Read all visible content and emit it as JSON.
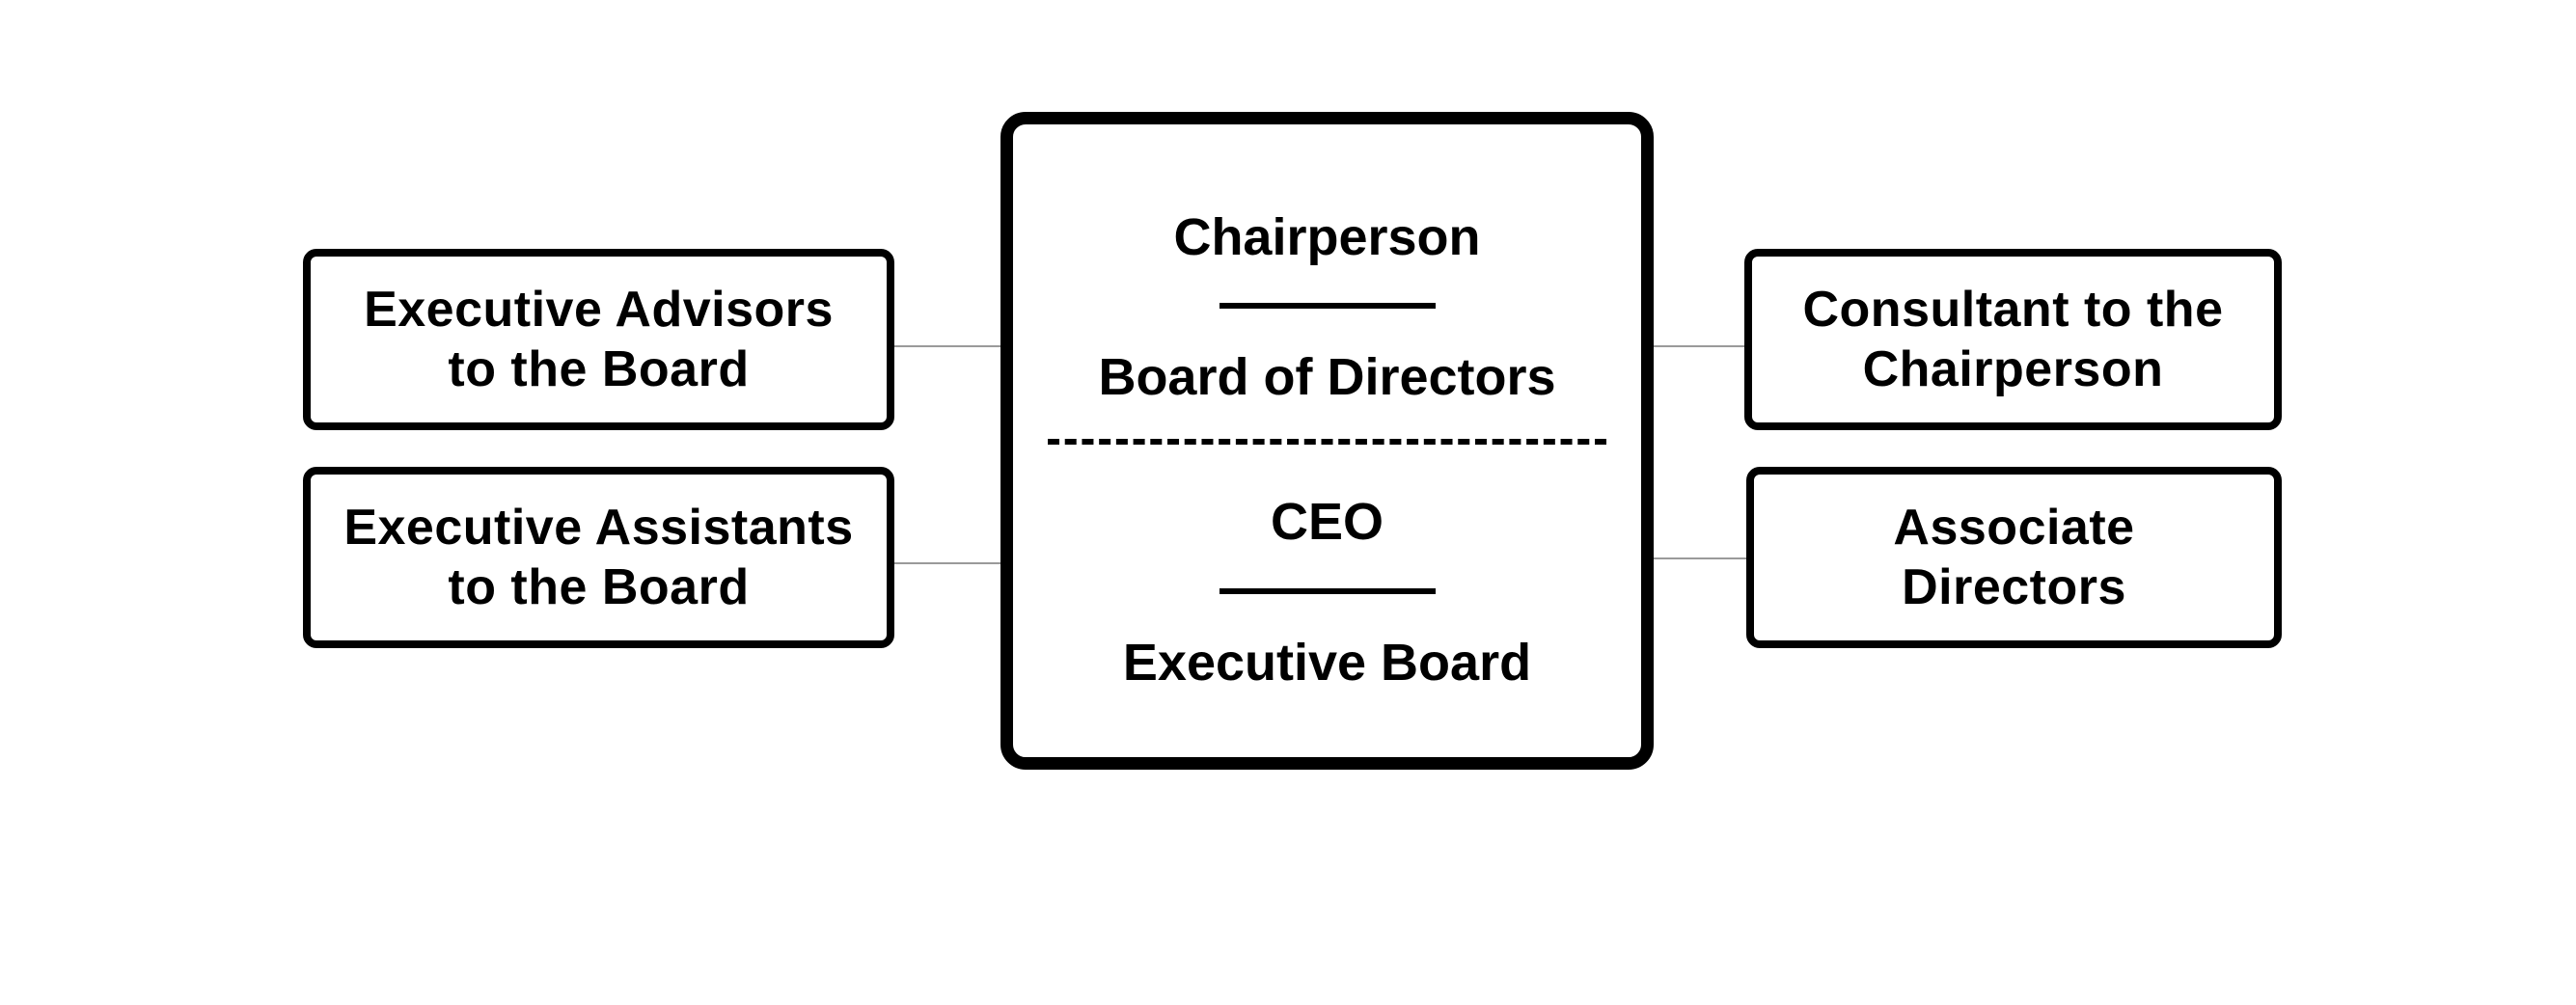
{
  "diagram": {
    "center": {
      "top_title": "Chairperson",
      "top_subtitle": "Board of Directors",
      "bottom_title": "CEO",
      "bottom_subtitle": "Executive Board"
    },
    "left_boxes": [
      {
        "line1": "Executive Advisors",
        "line2": "to the Board"
      },
      {
        "line1": "Executive Assistants",
        "line2": "to the Board"
      }
    ],
    "right_boxes": [
      {
        "line1": "Consultant to the",
        "line2": "Chairperson"
      },
      {
        "line1": "Associate",
        "line2": "Directors"
      }
    ],
    "colors": {
      "box_border": "#000000",
      "text": "#000000",
      "connector": "#9a9a9a",
      "background": "#ffffff"
    }
  }
}
